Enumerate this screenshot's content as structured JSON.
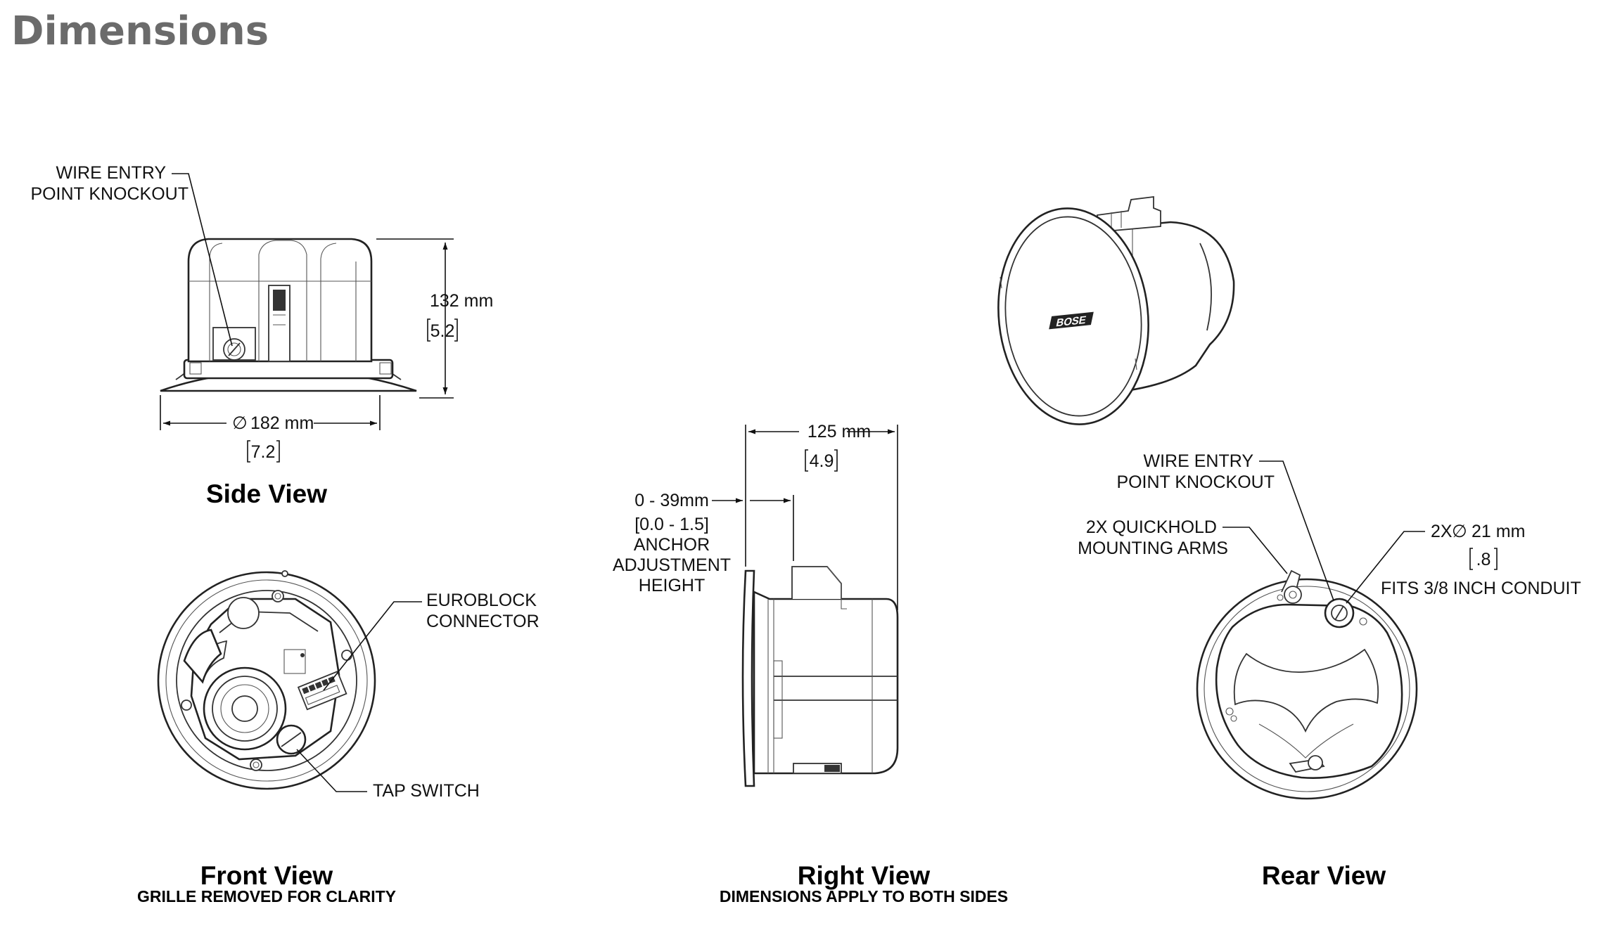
{
  "heading": "Dimensions",
  "side_view": {
    "title": "Side View",
    "callout_wire_line1": "WIRE ENTRY",
    "callout_wire_line2": "POINT KNOCKOUT",
    "height_mm": "132 mm",
    "height_in": "5.2",
    "diameter_mm": "182 mm",
    "diameter_in": "7.2",
    "diameter_symbol": "∅"
  },
  "front_view": {
    "title": "Front View",
    "subtitle": "GRILLE REMOVED FOR CLARITY",
    "callout_euro_line1": "EUROBLOCK",
    "callout_euro_line2": "CONNECTOR",
    "callout_tap": "TAP SWITCH"
  },
  "right_view": {
    "title": "Right View",
    "subtitle": "DIMENSIONS APPLY TO BOTH SIDES",
    "depth_mm": "125 mm",
    "depth_in": "4.9",
    "anchor_mm": "0 - 39mm",
    "anchor_in": "[0.0 - 1.5]",
    "anchor_line1": "ANCHOR",
    "anchor_line2": "ADJUSTMENT",
    "anchor_line3": "HEIGHT"
  },
  "rear_view": {
    "title": "Rear View",
    "callout_wire_line1": "WIRE ENTRY",
    "callout_wire_line2": "POINT KNOCKOUT",
    "callout_arms_line1": "2X QUICKHOLD",
    "callout_arms_line2": "MOUNTING ARMS",
    "knockout_prefix": "2X",
    "knockout_symbol": "∅",
    "knockout_mm": "21 mm",
    "knockout_in": ".8",
    "conduit_note": "FITS 3/8 INCH CONDUIT"
  },
  "iso_view": {
    "logo_text": "BOSE"
  }
}
